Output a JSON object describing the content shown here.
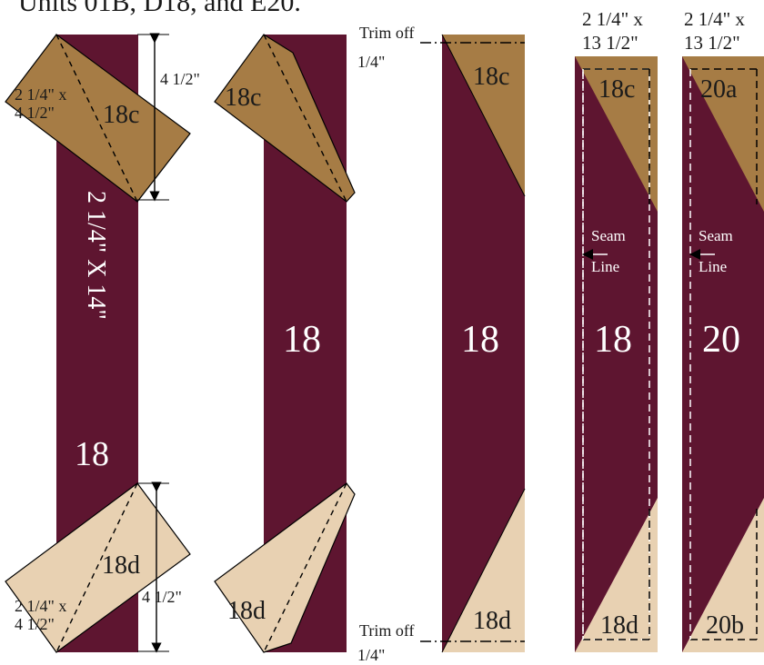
{
  "header_text": "Units 01B, D18, and E20.",
  "colors": {
    "strip": "#5e1530",
    "tan": "#a67c45",
    "light": "#e8d1b2",
    "line": "#000000",
    "text_light": "#ffffff",
    "text_dark": "#1a1a1a"
  },
  "step1": {
    "top_piece_size": "2 1/4\" x 4 1/2\"",
    "top_piece_label": "18c",
    "top_dimension": "4 1/2\"",
    "strip_size": "2 1/4\" X 14\"",
    "strip_label": "18",
    "bottom_piece_label": "18d",
    "bottom_piece_size": "2 1/4\" x 4 1/2\"",
    "bottom_dimension": "4 1/2\""
  },
  "step2": {
    "top_label": "18c",
    "strip_label": "18",
    "bottom_label": "18d"
  },
  "step3": {
    "trim_top": "Trim off",
    "trim_top_amount": "1/4\"",
    "top_label": "18c",
    "strip_label": "18",
    "bottom_label": "18d",
    "trim_bottom": "Trim off",
    "trim_bottom_amount": "1/4\""
  },
  "unit18": {
    "size_line1": "2 1/4\" x",
    "size_line2": "13 1/2\"",
    "top_label": "18c",
    "seam_label_1": "Seam",
    "seam_label_2": "Line",
    "strip_label": "18",
    "bottom_label": "18d"
  },
  "unit20": {
    "size_line1": "2 1/4\" x",
    "size_line2": "13 1/2\"",
    "top_label": "20a",
    "seam_label_1": "Seam",
    "seam_label_2": "Line",
    "strip_label": "20",
    "bottom_label": "20b"
  }
}
